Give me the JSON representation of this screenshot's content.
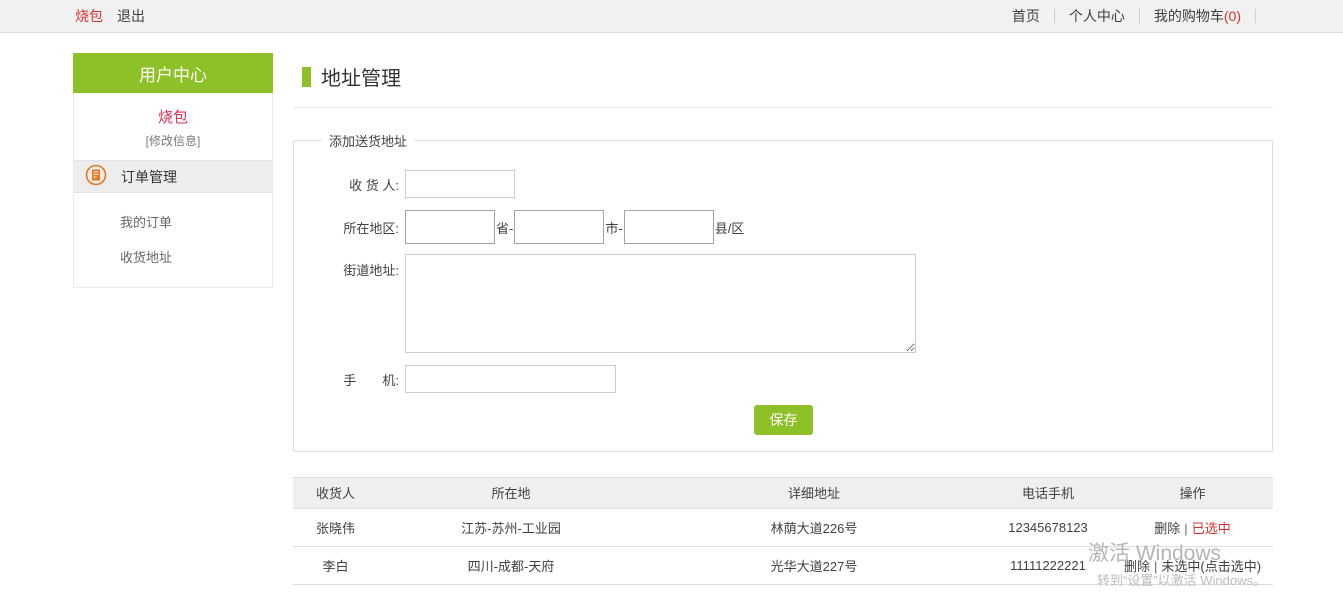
{
  "topbar": {
    "brand": "烧包",
    "logout": "退出",
    "home": "首页",
    "user_center": "个人中心",
    "cart_label": "我的购物车",
    "cart_count": "(0)"
  },
  "sidebar": {
    "title": "用户中心",
    "username": "烧包",
    "edit_info": "[修改信息]",
    "order_section": "订单管理",
    "items": [
      {
        "label": "我的订单"
      },
      {
        "label": "收货地址"
      }
    ]
  },
  "main": {
    "title": "地址管理",
    "form": {
      "legend": "添加送货地址",
      "receiver_label": "收 货 人:",
      "region_label": "所在地区:",
      "region_suffixes": [
        "省-",
        "市-",
        "县/区"
      ],
      "street_label": "街道地址:",
      "phone_label": "手　　机:",
      "save_label": "保存"
    },
    "table": {
      "headers": [
        "收货人",
        "所在地",
        "详细地址",
        "电话手机",
        "操作"
      ],
      "rows": [
        {
          "receiver": "张晓伟",
          "region": "江苏-苏州-工业园",
          "address": "林荫大道226号",
          "phone": "12345678123",
          "delete_label": "删除",
          "separator": "|",
          "status": "已选中",
          "selected": true
        },
        {
          "receiver": "李白",
          "region": "四川-成都-天府",
          "address": "光华大道227号",
          "phone": "11111222221",
          "delete_label": "删除",
          "separator": "|",
          "status": "未选中(点击选中)",
          "selected": false
        }
      ]
    }
  },
  "watermark": {
    "line1": "激活 Windows",
    "line2": "转到“设置”以激活 Windows。"
  },
  "colors": {
    "accent_green": "#8dc127",
    "brand_red": "#d9342b",
    "selected_red": "#dd2e2e",
    "username_red": "#dd3356",
    "table_header_bg": "#efefef"
  }
}
